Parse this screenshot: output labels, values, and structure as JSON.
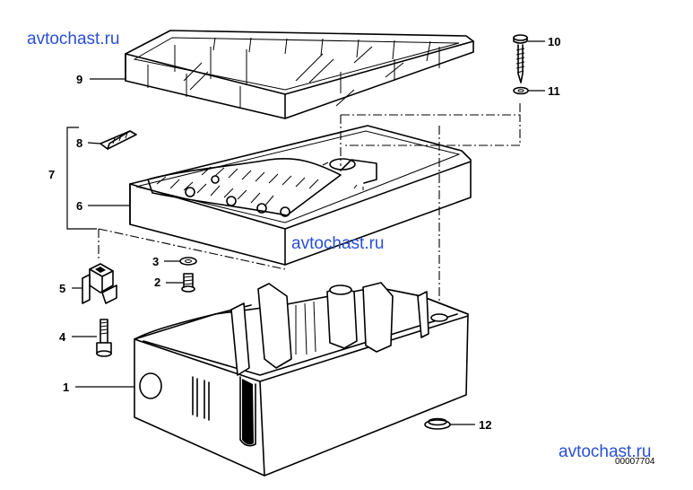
{
  "watermarks": [
    "avtochast.ru",
    "avtochast.ru",
    "avtochast.ru"
  ],
  "watermark_color": "#2a4fd6",
  "drawing_code": "00007704",
  "callouts": {
    "c1": "1",
    "c2": "2",
    "c3": "3",
    "c4": "4",
    "c5": "5",
    "c6": "6",
    "c7": "7",
    "c8": "8",
    "c9": "9",
    "c10": "10",
    "c11": "11",
    "c12": "12"
  },
  "icons": {
    "cover": "transparent-cover-lid",
    "fuse": "fuse-cartridge",
    "carrier": "fuse-carrier-plate",
    "housing": "fuse-box-housing",
    "bracket": "mounting-bracket",
    "screws": "screw",
    "grommet": "rubber-grommet"
  }
}
